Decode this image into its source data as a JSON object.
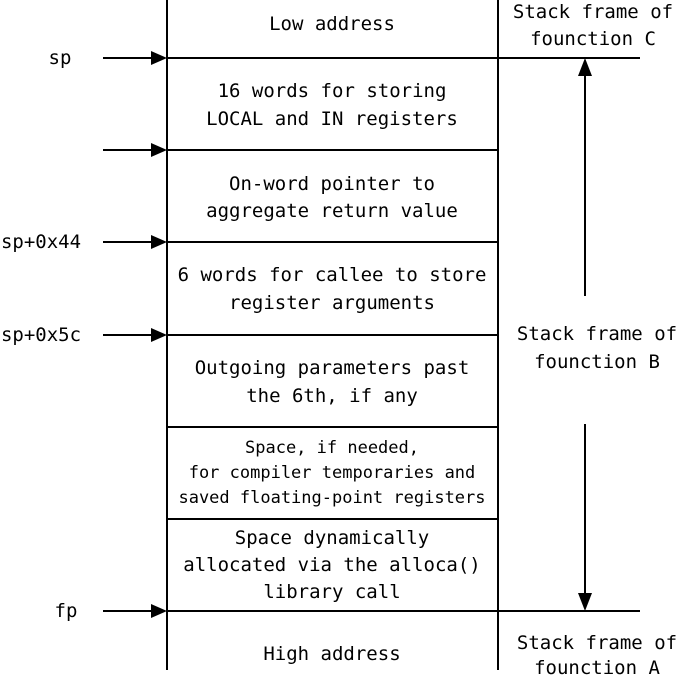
{
  "stack": {
    "top_label": "Low address",
    "bottom_label": "High address",
    "sections": [
      {
        "lines": [
          "16 words for storing",
          "LOCAL and IN registers"
        ]
      },
      {
        "lines": [
          "On-word pointer to",
          "aggregate return value"
        ]
      },
      {
        "lines": [
          "6 words for callee to store",
          "register arguments"
        ]
      },
      {
        "lines": [
          "Outgoing parameters past",
          "the 6th, if any"
        ]
      },
      {
        "lines": [
          "Space, if needed,",
          "for compiler temporaries and",
          "saved floating-point registers"
        ]
      },
      {
        "lines": [
          "Space dynamically",
          "allocated via the alloca()",
          "library call"
        ]
      }
    ]
  },
  "pointers": {
    "sp": "sp",
    "sp_0x44": "sp+0x44",
    "sp_0x5c": "sp+0x5c",
    "fp": "fp"
  },
  "frames": {
    "c": {
      "lines": [
        "Stack frame of",
        "founction C"
      ]
    },
    "b": {
      "lines": [
        "Stack frame of",
        "founction B"
      ]
    },
    "a": {
      "lines": [
        "Stack frame of",
        "founction A"
      ]
    }
  }
}
